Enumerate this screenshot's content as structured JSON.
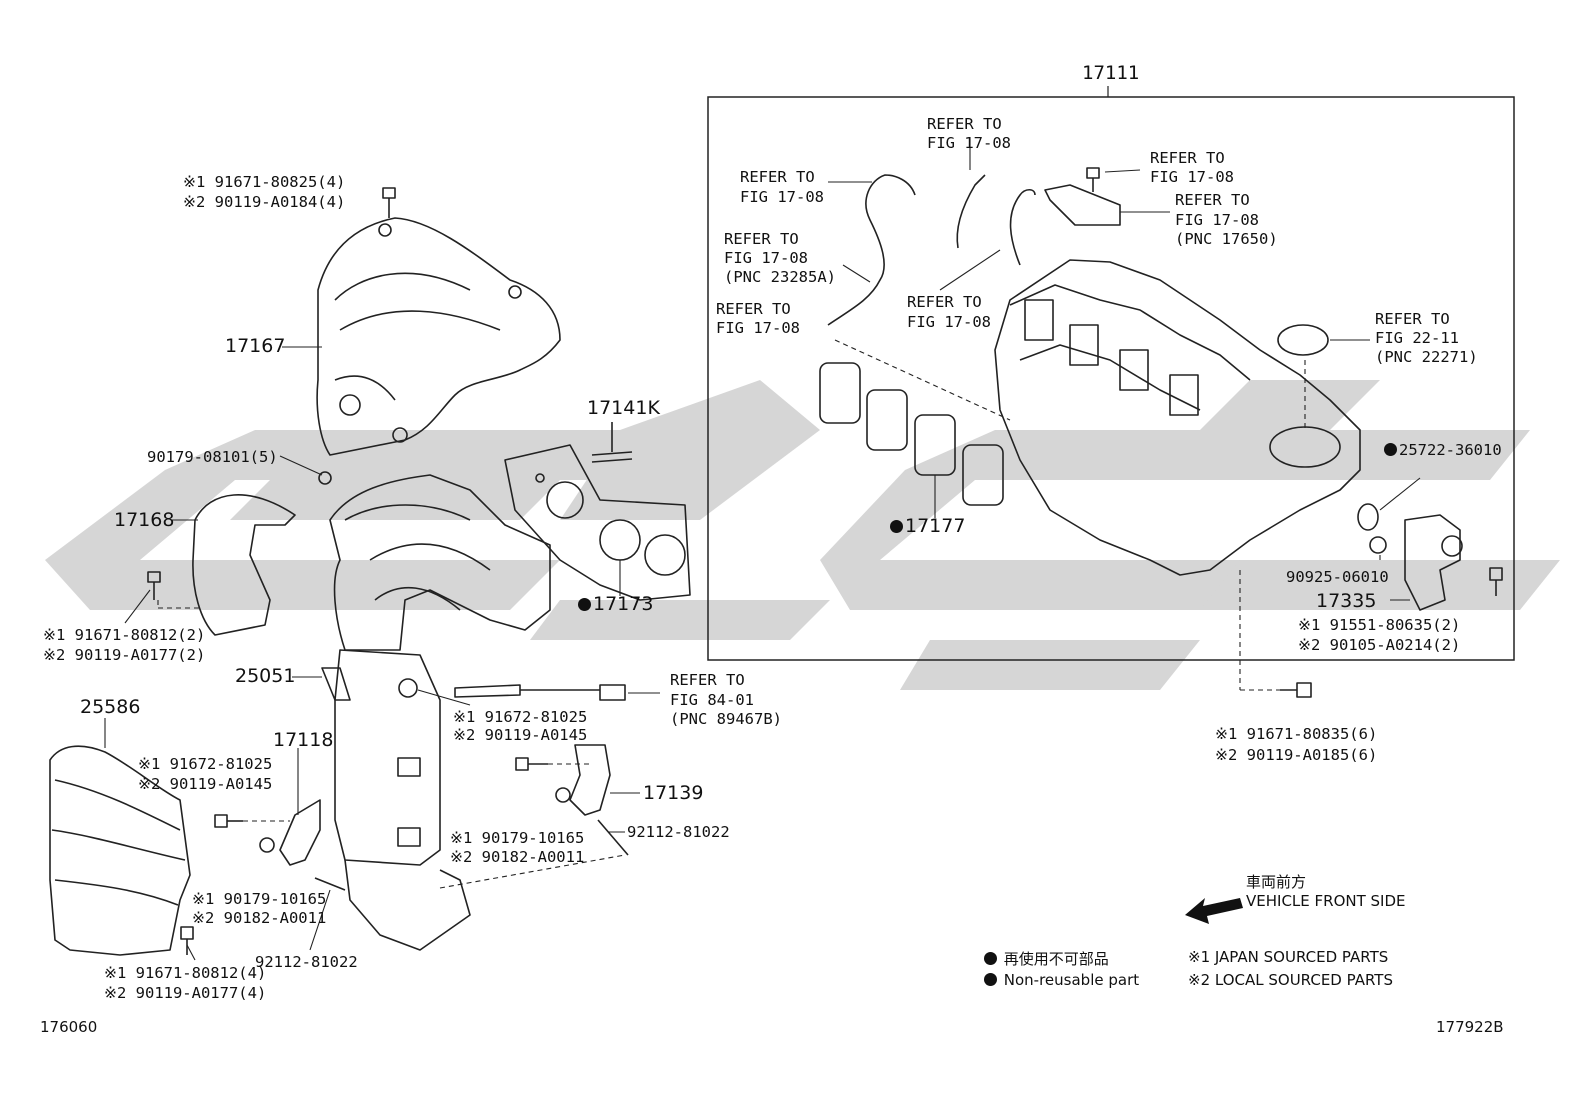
{
  "diagram": {
    "figure_id_left": "176060",
    "figure_id_right": "177922B",
    "box_part": "17111",
    "parts": {
      "p17167": "17167",
      "p17168": "17168",
      "p17141K": "17141K",
      "p17173": "17173",
      "p25051": "25051",
      "p25586": "25586",
      "p17118": "17118",
      "p17139": "17139",
      "p17177": "17177",
      "p17335": "17335",
      "p25722": "25722-36010",
      "p90925": "90925-06010",
      "p90179_5": "90179-08101(5)",
      "p92112_a": "92112-81022",
      "p92112_b": "92112-81022"
    },
    "bolt_groups": {
      "top_left": [
        "※1 91671-80825(4)",
        "※2 90119-A0184(4)"
      ],
      "heat_ins": [
        "※1 91671-80812(2)",
        "※2 90119-A0177(2)"
      ],
      "sensor": [
        "※1 91672-81025",
        "※2 90119-A0145"
      ],
      "bracket_l": [
        "※1 91672-81025",
        "※2 90119-A0145"
      ],
      "nut_mid": [
        "※1 90179-10165",
        "※2 90182-A0011"
      ],
      "nut_low": [
        "※1 90179-10165",
        "※2 90182-A0011"
      ],
      "bottom_left": [
        "※1 91671-80812(4)",
        "※2 90119-A0177(4)"
      ],
      "manifold_bolt": [
        "※1 91671-80835(6)",
        "※2 90119-A0185(6)"
      ],
      "sensor_bolt": [
        "※1 91551-80635(2)",
        "※2 90105-A0214(2)"
      ]
    },
    "refers": {
      "r1": [
        "REFER TO",
        "FIG 17-08"
      ],
      "r2": [
        "REFER TO",
        "FIG 17-08"
      ],
      "r3": [
        "REFER TO",
        "FIG 17-08"
      ],
      "r4": [
        "REFER TO",
        "FIG 17-08",
        "(PNC 17650)"
      ],
      "r5": [
        "REFER TO",
        "FIG 17-08",
        "(PNC 23285A)"
      ],
      "r6": [
        "REFER TO",
        "FIG 17-08"
      ],
      "r7": [
        "REFER TO",
        "FIG 17-08"
      ],
      "r8": [
        "REFER TO",
        "FIG 22-11",
        "(PNC 22271)"
      ],
      "r9": [
        "REFER TO",
        "FIG 84-01",
        "(PNC 89467B)"
      ]
    },
    "legend": {
      "front_jp": "車両前方",
      "front_en": "VEHICLE FRONT SIDE",
      "nonreuse_jp": "再使用不可部品",
      "nonreuse_en": "Non-reusable part",
      "src1": "※1 JAPAN SOURCED PARTS",
      "src2": "※2 LOCAL SOURCED PARTS"
    }
  }
}
